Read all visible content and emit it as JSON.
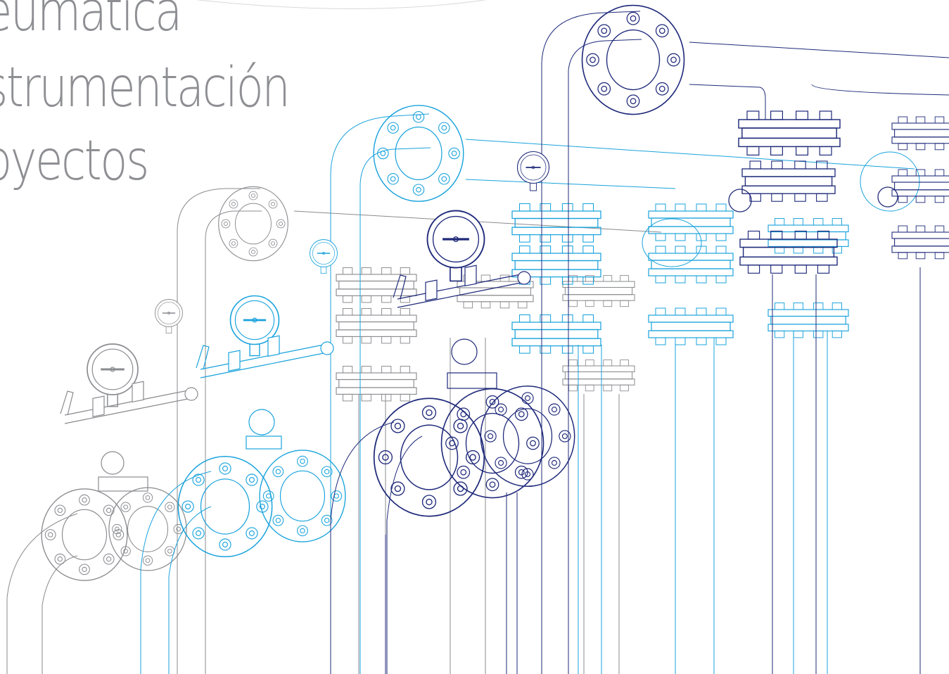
{
  "headline": {
    "lines": [
      "eumática",
      "strumentación",
      "oyectos"
    ]
  },
  "palette": {
    "gray": "#8a8b8f",
    "cyan": "#1aa3dc",
    "navy": "#1f2a7a",
    "text": "#8e8f93"
  },
  "illustration": {
    "subject": "isometric line drawing of industrial piping with flanges, ball valves and pressure gauges"
  }
}
